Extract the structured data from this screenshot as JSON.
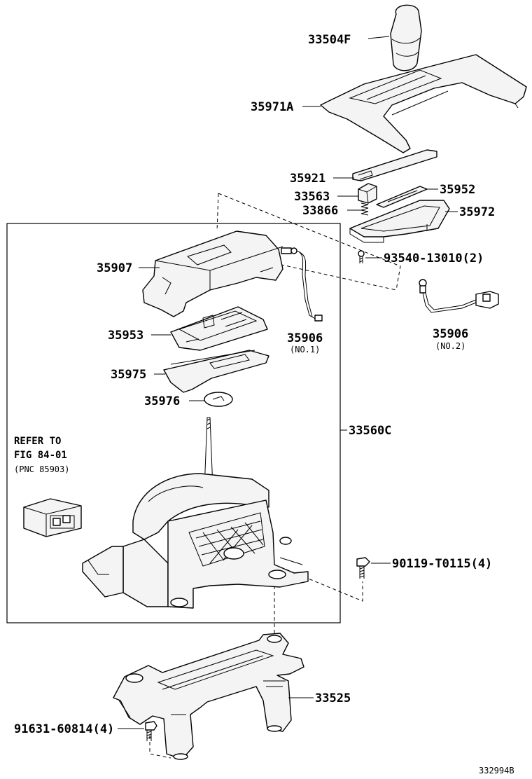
{
  "labels": {
    "p33504F": "33504F",
    "p35971A": "35971A",
    "p35921": "35921",
    "p33563": "33563",
    "p35952": "35952",
    "p33866": "33866",
    "p35972": "35972",
    "p35907": "35907",
    "p93540": "93540-13010(2)",
    "p35906a": "35906",
    "p35906a_note": "(NO.1)",
    "p35906b": "35906",
    "p35906b_note": "(NO.2)",
    "p35953": "35953",
    "p35975": "35975",
    "p35976": "35976",
    "p33560C": "33560C",
    "refer_line1": "REFER TO",
    "refer_line2": "FIG 84-01",
    "refer_line3": "(PNC 85903)",
    "p90119": "90119-T0115(4)",
    "p33525": "33525",
    "p91631": "91631-60814(4)",
    "diagram_code": "332994B"
  }
}
